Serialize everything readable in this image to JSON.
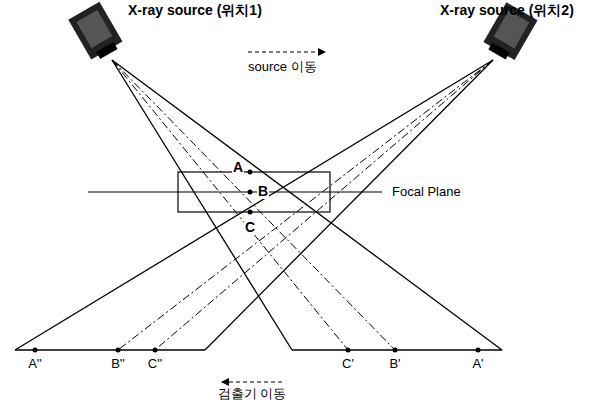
{
  "diagram": {
    "labels": [
      "X-ray source (위치1)",
      "X-ray source (위치2)",
      "source 이동",
      "A",
      "B",
      "C",
      "Focal Plane",
      "A''",
      "B''",
      "C''",
      "C'",
      "B'",
      "A'",
      "검출기 이동"
    ]
  }
}
